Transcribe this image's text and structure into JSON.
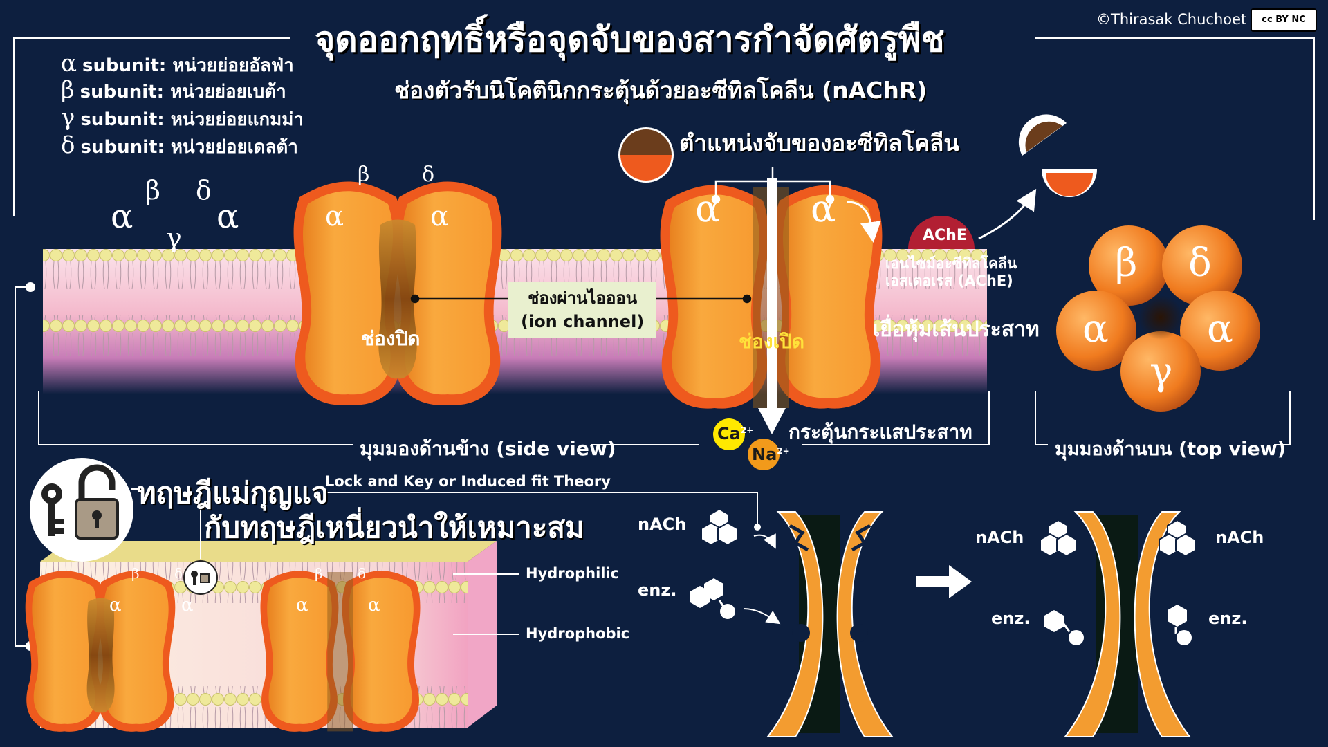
{
  "title": "จุดออกฤทธิ์หรือจุดจับของสารกำจัดศัตรูพืช",
  "subtitle": "ช่องตัวรับนิโคตินิกกระตุ้นด้วยอะซีทิลโคลีน (nAChR)",
  "credit": "©Thirasak Chuchoet",
  "license_badge": "cc BY NC",
  "legend": [
    {
      "symbol": "α",
      "text": "subunit: หน่วยย่อยอัลฟ่า"
    },
    {
      "symbol": "β",
      "text": "subunit: หน่วยย่อยเบต้า"
    },
    {
      "symbol": "γ",
      "text": "subunit: หน่วยย่อยแกมม่า"
    },
    {
      "symbol": "δ",
      "text": "subunit: หน่วยย่อยเดลต้า"
    }
  ],
  "side_view": {
    "floating_symbols": [
      "α",
      "β",
      "γ",
      "δ",
      "α"
    ],
    "closed_channel": {
      "top_labels": [
        "β",
        "δ"
      ],
      "alpha_labels": [
        "α",
        "α"
      ],
      "state": "ช่องปิด"
    },
    "open_channel": {
      "alpha_labels": [
        "α",
        "α"
      ],
      "state": "ช่องเปิด"
    },
    "ion_channel_label": [
      "ช่องผ่านไอออน",
      "(ion channel)"
    ],
    "binding_site_label": "ตำแหน่งจับของอะซีทิลโคลีน",
    "enzyme_badge": "AChE",
    "enzyme_label": [
      "เอนไซม์อะซีทิลโคลีน",
      "เอสเตอเรส (AChE)"
    ],
    "membrane_label": "เยื่อหุ้มเส้นประสาท",
    "ions": [
      {
        "symbol": "Ca",
        "charge": "2+"
      },
      {
        "symbol": "Na",
        "charge": "2+"
      }
    ],
    "stimulus_label": "กระตุ้นกระแสประสาท",
    "caption": "มุมมองด้านข้าง (side view)"
  },
  "top_view": {
    "subunits": [
      "β",
      "δ",
      "α",
      "α",
      "γ"
    ],
    "caption": "มุมมองด้านบน (top view)"
  },
  "theory": {
    "title_line1": "ทฤษฎีแม่กุญแจ",
    "title_line2": "กับทฤษฎีเหนี่ยวนำให้เหมาะสม",
    "english": "Lock and Key or Induced fit Theory",
    "block_labels": [
      "β",
      "δ",
      "α",
      "α",
      "β",
      "δ",
      "α",
      "α"
    ],
    "hydrophilic": "Hydrophilic",
    "hydrophobic": "Hydrophobic",
    "before": {
      "nach": "nACh",
      "enz": "enz."
    },
    "after": {
      "nach_left": "nACh",
      "nach_right": "nACh",
      "enz_left": "enz.",
      "enz_right": "enz."
    }
  },
  "colors": {
    "background": "#0d1f3f",
    "subunit_orange": "#f7a43a",
    "subunit_rim": "#ee5a1e",
    "membrane_pink": "#f1aac0",
    "lipid_head": "#efea9e",
    "ache_red": "#b21f33",
    "acetylcholine_brown": "#6b3d1c"
  }
}
